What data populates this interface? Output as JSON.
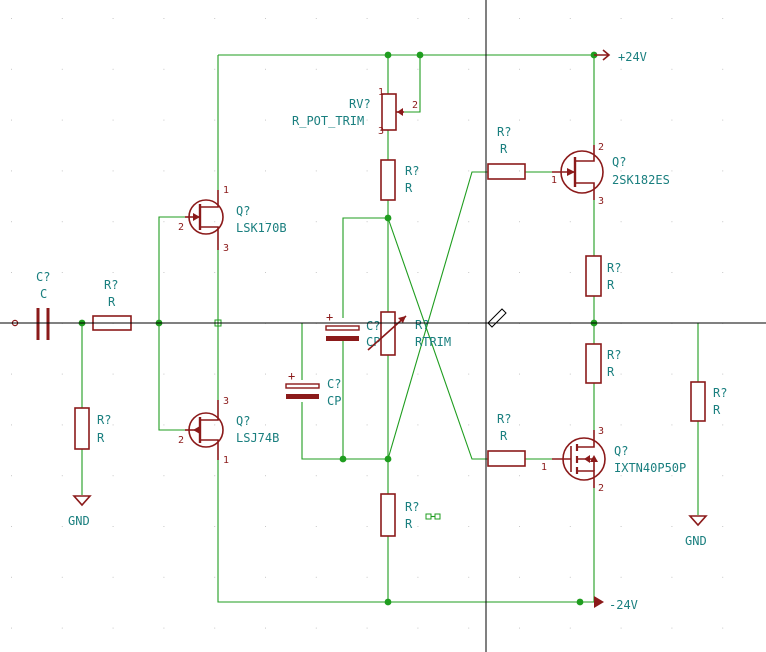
{
  "grid": {
    "visible": true,
    "color": "#c8c8c8"
  },
  "colors": {
    "wire": "#1f9d1f",
    "component": "#8b1a1a",
    "label": "#1a7f7f",
    "cursor": "#000000"
  },
  "power": {
    "positive": "+24V",
    "negative": "-24V",
    "ground": "GND"
  },
  "components": {
    "c_input": {
      "ref": "C?",
      "value": "C"
    },
    "r_input": {
      "ref": "R?",
      "value": "R"
    },
    "r_input_gnd": {
      "ref": "R?",
      "value": "R"
    },
    "q_upper": {
      "ref": "Q?",
      "value": "LSK170B",
      "pins": [
        "1",
        "2",
        "3"
      ]
    },
    "q_lower": {
      "ref": "Q?",
      "value": "LSJ74B",
      "pins": [
        "1",
        "2",
        "3"
      ]
    },
    "rv_trim": {
      "ref": "RV?",
      "value": "R_POT_TRIM",
      "pins": [
        "1",
        "2",
        "3"
      ]
    },
    "r_upper_mid": {
      "ref": "R?",
      "value": "R"
    },
    "cp_upper": {
      "ref": "C?",
      "value": "CP"
    },
    "cp_lower": {
      "ref": "C?",
      "value": "CP"
    },
    "r_trim": {
      "ref": "R?",
      "value": "RTRIM"
    },
    "r_lower_mid": {
      "ref": "R?",
      "value": "R"
    },
    "r_gate_upper": {
      "ref": "R?",
      "value": "R"
    },
    "r_gate_lower": {
      "ref": "R?",
      "value": "R"
    },
    "q_out_upper": {
      "ref": "Q?",
      "value": "2SK182ES",
      "pins": [
        "1",
        "2",
        "3"
      ]
    },
    "q_out_lower": {
      "ref": "Q?",
      "value": "IXTN40P50P",
      "pins": [
        "1",
        "2",
        "3"
      ]
    },
    "r_src_upper": {
      "ref": "R?",
      "value": "R"
    },
    "r_src_lower": {
      "ref": "R?",
      "value": "R"
    },
    "r_load": {
      "ref": "R?",
      "value": "R"
    }
  }
}
